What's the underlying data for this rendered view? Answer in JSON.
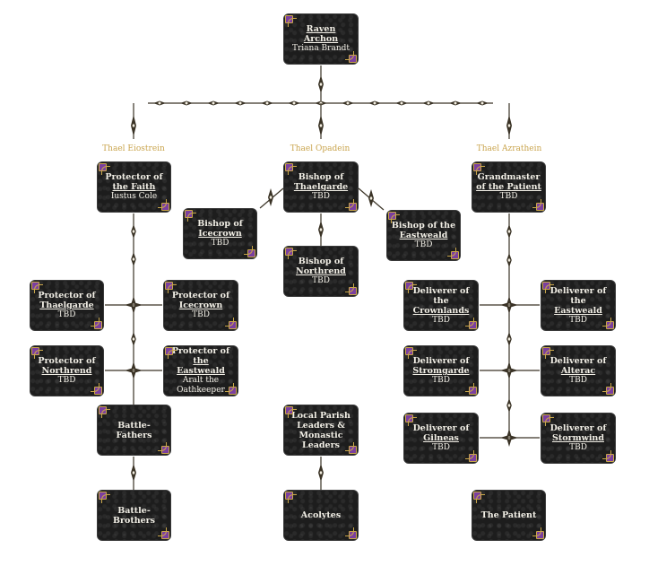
{
  "colors": {
    "box_bg": "#1d1d1d",
    "text": "#f2efe6",
    "accent_gold": "#c9a44d",
    "corner_purple": "#7b3fa0"
  },
  "top": {
    "title": "Raven Archon",
    "name": "Triana Brandt"
  },
  "branches": {
    "left": "Thael Eiostrein",
    "middle": "Thael Opadein",
    "right": "Thael Azrathein"
  },
  "left": {
    "head": {
      "title_l1": "Protector of",
      "title_l2": "the Faith",
      "name": "Iustus Cole"
    },
    "p_thaelgarde": {
      "title_l1": "Protector of",
      "title_l2": "Thaelgarde",
      "name": "TBD"
    },
    "p_icecrown": {
      "title_l1": "Protector of",
      "title_l2": "Icecrown",
      "name": "TBD"
    },
    "p_northrend": {
      "title_l1": "Protector of",
      "title_l2": "Northrend",
      "name": "TBD"
    },
    "p_eastweald": {
      "title_l1": "Protector of",
      "title_l2": "the Eastweald",
      "name_l1": "Aralt the",
      "name_l2": "Oathkeeper"
    },
    "battle_fathers": "Battle-Fathers",
    "battle_brothers_l1": "Battle-",
    "battle_brothers_l2": "Brothers"
  },
  "middle": {
    "head": {
      "title_l1": "Bishop of",
      "title_l2": "Thaelgarde",
      "name": "TBD"
    },
    "b_icecrown": {
      "title_l1": "Bishop of",
      "title_l2": "Icecrown",
      "name": "TBD"
    },
    "b_eastweald": {
      "title_l1": "Bishop of the",
      "title_l2": "Eastweald",
      "name": "TBD"
    },
    "b_northrend": {
      "title_l1": "Bishop of",
      "title_l2": "Northrend",
      "name": "TBD"
    },
    "parish_l1": "Local Parish",
    "parish_l2": "Leaders &",
    "parish_l3": "Monastic",
    "parish_l4": "Leaders",
    "acolytes": "Acolytes"
  },
  "right": {
    "head": {
      "title_l1": "Grandmaster",
      "title_l2": "of the Patient",
      "name": "TBD"
    },
    "d_crownlands": {
      "title_l1": "Deliverer of the",
      "title_l2": "Crownlands",
      "name": "TBD"
    },
    "d_eastweald": {
      "title_l1": "Deliverer of the",
      "title_l2": "Eastweald",
      "name": "TBD"
    },
    "d_stromgarde": {
      "title_l1": "Deliverer of",
      "title_l2": "Stromgarde",
      "name": "TBD"
    },
    "d_alterac": {
      "title_l1": "Deliverer of",
      "title_l2": "Alterac",
      "name": "TBD"
    },
    "d_gilneas": {
      "title_l1": "Deliverer of",
      "title_l2": "Gilneas",
      "name": "TBD"
    },
    "d_stormwind": {
      "title_l1": "Deliverer of",
      "title_l2": "Stormwind",
      "name": "TBD"
    },
    "patient": "The Patient"
  }
}
